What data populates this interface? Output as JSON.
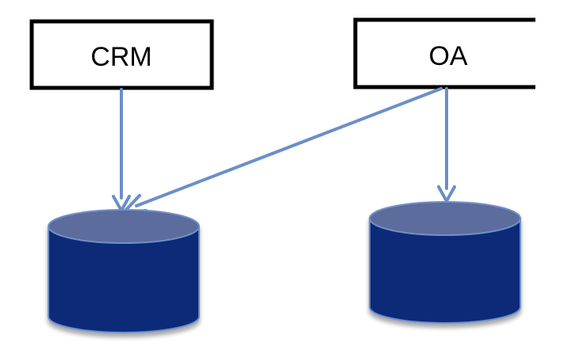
{
  "diagram": {
    "systems": [
      {
        "label": "CRM"
      },
      {
        "label": "OA"
      }
    ],
    "databases": [
      {
        "name": "database-left"
      },
      {
        "name": "database-right"
      }
    ],
    "colors": {
      "box_border": "#000000",
      "box_fill": "#ffffff",
      "arrow": "#6a8fc8",
      "cylinder_body": "#0f2a78",
      "cylinder_top": "#5c6c9c",
      "cylinder_edge": "#6f8fc8"
    }
  }
}
